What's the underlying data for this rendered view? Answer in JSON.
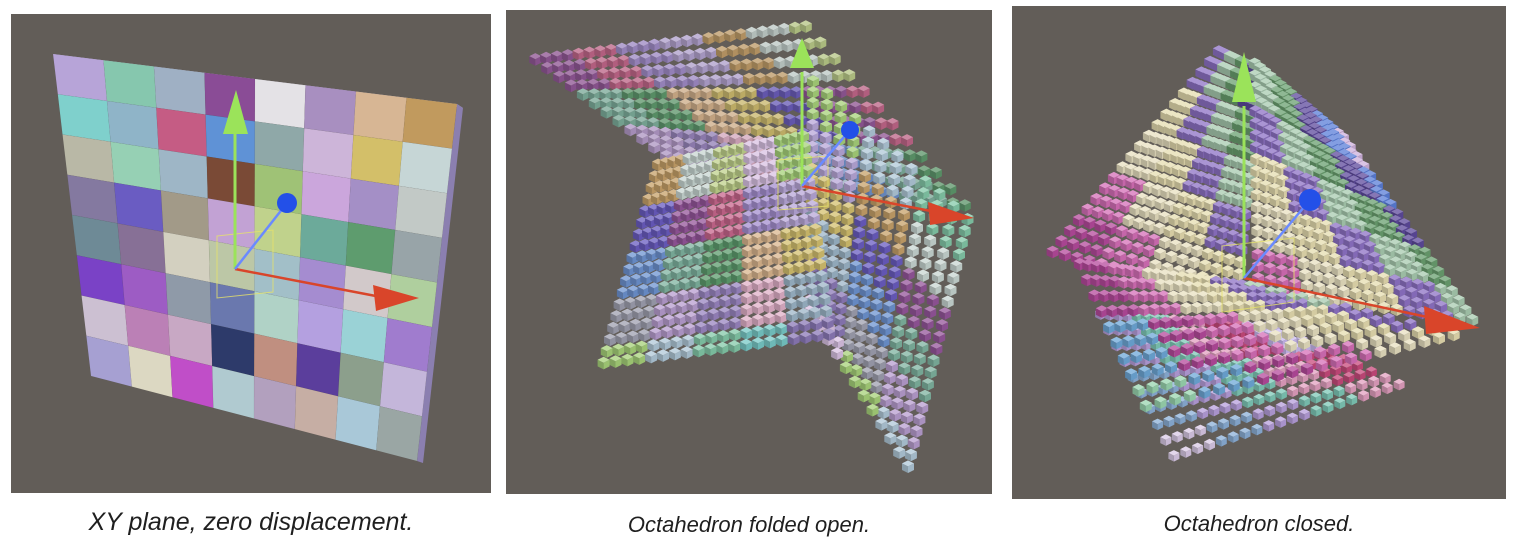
{
  "viewports": [
    {
      "caption": "XY plane, zero displacement.",
      "background": "#625d58",
      "palette": [
        "#b7a4d8",
        "#86c7ae",
        "#9fb0c4",
        "#8a4c96",
        "#e4e2e6",
        "#a88fc0",
        "#d7b694",
        "#c19a5e",
        "#7fd0cc",
        "#8fb4c8",
        "#c55c84",
        "#5f92d6",
        "#8fa8a8",
        "#cdb5d9",
        "#d3bf69",
        "#c6d6d6",
        "#b9b8a6",
        "#96d0b4",
        "#9eb6c6",
        "#7a4a36",
        "#9fc276",
        "#cba6dc",
        "#a48fc6",
        "#c2c9c6",
        "#8479a0",
        "#6a5cc2",
        "#a29a88",
        "#c2a2d4",
        "#c0d28c",
        "#6caa9a",
        "#5e9c6e",
        "#98a4a8",
        "#6e8a96",
        "#877096",
        "#d3d0c0",
        "#bcc7a6",
        "#a2bfc8",
        "#a58cd0",
        "#d2c9ca",
        "#afcf9e",
        "#7a42c6",
        "#9d5cc4",
        "#8f9aa8",
        "#6a78ae",
        "#b0d2c6",
        "#b4a0e0",
        "#9ad2d6",
        "#a07cce",
        "#ccc0d2",
        "#bb80b6",
        "#c8a8c4",
        "#2d3a6a",
        "#c08f80",
        "#5b3e9c",
        "#8c9f8c",
        "#c4b6da",
        "#a6a0d2",
        "#dcd8c2",
        "#c04ec8",
        "#b0cad0",
        "#b2a0be",
        "#c6aea4",
        "#a9c8d8",
        "#9aa6a4"
      ],
      "axes": {
        "x_color": "#d9452a",
        "y_color": "#9be35a",
        "z_color": "#2350e8"
      }
    },
    {
      "caption": "Octahedron folded open.",
      "background": "#625d58",
      "palette": [
        "#b8a7d8",
        "#84c9a9",
        "#9db6c8",
        "#95569b",
        "#d9c2e3",
        "#b89ed0",
        "#d9b58e",
        "#c7a169",
        "#78c9c7",
        "#6e94d2",
        "#c8678d",
        "#a7d27a",
        "#9a86c2",
        "#d4c06f",
        "#c8d6d2",
        "#8c7ab8",
        "#7fb3a0",
        "#a58fd0",
        "#b0c8d8",
        "#e0b0c8",
        "#6a5cc2",
        "#c0d28c",
        "#9fa0b0",
        "#5e9c6e"
      ],
      "axes": {
        "x_color": "#d9452a",
        "y_color": "#9be35a",
        "z_color": "#2350e8"
      }
    },
    {
      "caption": "Octahedron closed.",
      "background": "#625d58",
      "palette": [
        "#9ad6b0",
        "#d66fb8",
        "#8e72c6",
        "#5e4a9c",
        "#e2c678",
        "#b79fdc",
        "#c84a7c",
        "#6ea8d8",
        "#e8e0c0",
        "#a8cbb0",
        "#5a7ed8",
        "#d9c9e6",
        "#7fc9b8",
        "#c9b9f0",
        "#b64a9c",
        "#e6ddb0",
        "#6aa070",
        "#cdb0dc",
        "#8cb0d8",
        "#e3a0c0"
      ],
      "axes": {
        "x_color": "#d9452a",
        "y_color": "#9be35a",
        "z_color": "#2350e8"
      }
    }
  ]
}
